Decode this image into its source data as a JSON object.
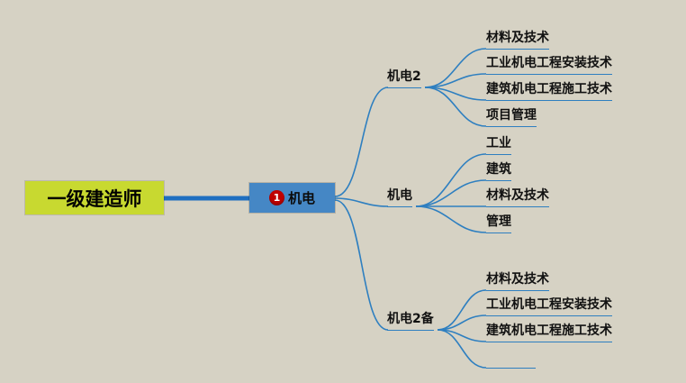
{
  "app": {
    "background_color": "#d6d2c4"
  },
  "colors": {
    "connector_line": "#2e7fc0",
    "root_highlight": "#c8d930",
    "main_topic_bg": "#4587c5",
    "priority_marker_bg": "#c00000"
  },
  "root": {
    "label": "一级建造师"
  },
  "main_topic": {
    "label": "机电",
    "marker": "1"
  },
  "branches": [
    {
      "label": "机电2",
      "children": [
        "材料及技术",
        "工业机电工程安装技术",
        "建筑机电工程施工技术",
        "项目管理"
      ]
    },
    {
      "label": "机电",
      "children": [
        "工业",
        "建筑",
        "材料及技术",
        "管理"
      ]
    },
    {
      "label": "机电2备",
      "children": [
        "材料及技术",
        "工业机电工程安装技术",
        "建筑机电工程施工技术",
        ""
      ]
    }
  ]
}
